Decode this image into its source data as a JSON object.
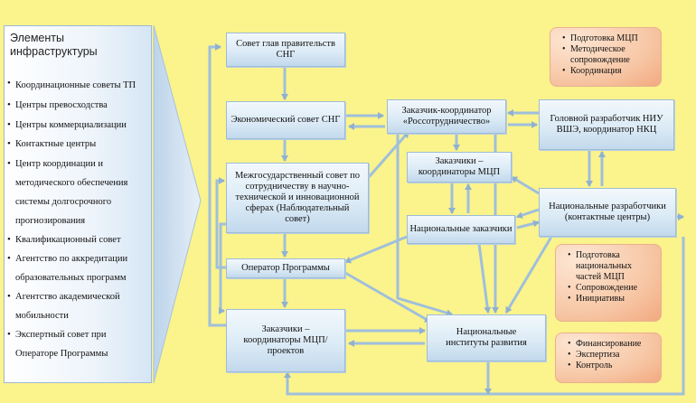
{
  "infrastructure": {
    "title": "Элементы инфраструктуры",
    "items": [
      "Координационные советы ТП",
      "Центры превосходства",
      "Центры коммерциализации",
      "Контактные центры",
      "Центр координации и методического обеспечения системы долгосрочного прогнозирования",
      "Квалификационный совет",
      "Агентство по аккредитации образовательных программ",
      "Агентство академической мобильности",
      "Экспертный совет при Операторе Программы"
    ]
  },
  "nodes": {
    "council_heads": "Совет глав правительств СНГ",
    "economic_council": "Экономический совет СНГ",
    "interstate_council": "Межгосударственный совет по сотрудничеству в научно-технической и инновационной сферах (Наблюдательный совет)",
    "program_operator": "Оператор Программы",
    "customers_projects": "Заказчики – координаторы МЦП/проектов",
    "customer_coordinator": "Заказчик-координатор «Россотрудничество»",
    "customers_mcp": "Заказчики – координаторы МЦП",
    "national_customers": "Национальные заказчики",
    "national_institutes": "Национальные институты развития",
    "head_developer": "Головной разработчик НИУ ВШЭ, координатор НКЦ",
    "national_developers": "Национальные разработчики (контактные центры)"
  },
  "notes": {
    "top": [
      "Подготовка МЦП",
      "Методическое сопровождение",
      "Координация"
    ],
    "middle": [
      "Подготовка национальных частей МЦП",
      "Сопровождение",
      "Инициативы"
    ],
    "bottom": [
      "Финансирование",
      "Экспертиза",
      "Контроль"
    ]
  },
  "colors": {
    "background": "#fbf38c",
    "box": "#dcebf6",
    "note": "#f7c8a7",
    "arrow": "#9fbfdc"
  }
}
